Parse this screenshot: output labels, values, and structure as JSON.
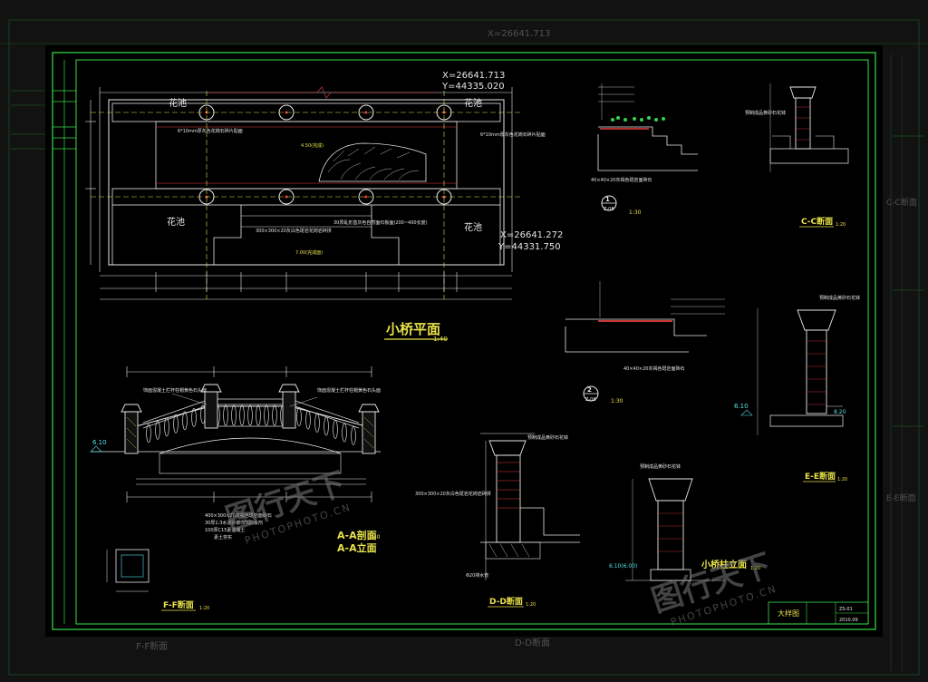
{
  "ghost": {
    "coord_top": "X=26641.713",
    "label_ff": "F-F断面",
    "label_dd": "D-D断面",
    "label_cc": "C-C断面",
    "label_ee": "E-E断面"
  },
  "plan": {
    "title": "小桥平面",
    "scale": "1:40",
    "flower_bed": "花池",
    "coord_ne_x": "X=26641.713",
    "coord_ne_y": "Y=44335.020",
    "coord_se_x": "X=26641.272",
    "coord_se_y": "Y=44331.750",
    "note_paving": "6*10mm厚灰色花岗石碎片贴面",
    "elev_1": "4.50(完成)",
    "elev_2": "7.00(完成面)",
    "note_center": "300×300×20灰白色斑岩花岗岩碎拼",
    "note_right": "30厚乱形蓝灰色自然面石板面(200~400长度)"
  },
  "section_aa": {
    "title_1": "A-A剖面",
    "title_2": "A-A立面",
    "scale": "1:40",
    "elev_left": "6.10",
    "note_left": "饰面混凝土栏杆柱帽黄色石头面",
    "note_right": "饰面混凝土栏杆柱帽黄色石头面",
    "note_bottom_1": "400×300×20灰褐色斑岩面砖石",
    "note_bottom_2": "30厚1:3水泥砂浆,5%防水剂",
    "note_bottom_3": "100厚C15素混凝土",
    "note_bottom_4": "素土夯实"
  },
  "details": {
    "detail_1_ref": "Z-08",
    "detail_1_scale": "1:30",
    "detail_2_ref": "Z-08",
    "detail_2_scale": "1:30",
    "cc_title": "C-C断面",
    "cc_scale": "1:20",
    "ee_title": "E-E断面",
    "ee_scale": "1:20",
    "ee_elev_1": "6.10",
    "ee_elev_2": "8.20",
    "note_cap": "预制成品黄砂石花钵",
    "note_finish": "40×40×20灰褐色斑岩面砖石",
    "dd_title": "D-D断面",
    "dd_scale": "1:20",
    "ff_title": "F-F断面",
    "ff_scale": "1:20",
    "pillar_title": "小桥柱立面",
    "pillar_scale": "1:20",
    "dd_note_1": "预制成品黄砂石花钵",
    "dd_note_2": "300×300×20灰白色斑岩花岗岩碎拼",
    "dd_note_3": "Φ20排水管",
    "pillar_elev": "6.10(6.00)"
  },
  "titleblock": {
    "name": "大样图",
    "code_1": "ZS-01",
    "code_2": "2010.09"
  },
  "watermark": {
    "brand": "图行天下",
    "url": "PHOTOPHOTO.CN"
  },
  "colors": {
    "background": "#000000",
    "outer_bg": "#0e0e0e",
    "frame": "#36e04a",
    "line_white": "#e8e8e8",
    "line_yellow": "#e8e14a",
    "line_cyan": "#53e3e6",
    "line_red": "#e33d3d"
  }
}
